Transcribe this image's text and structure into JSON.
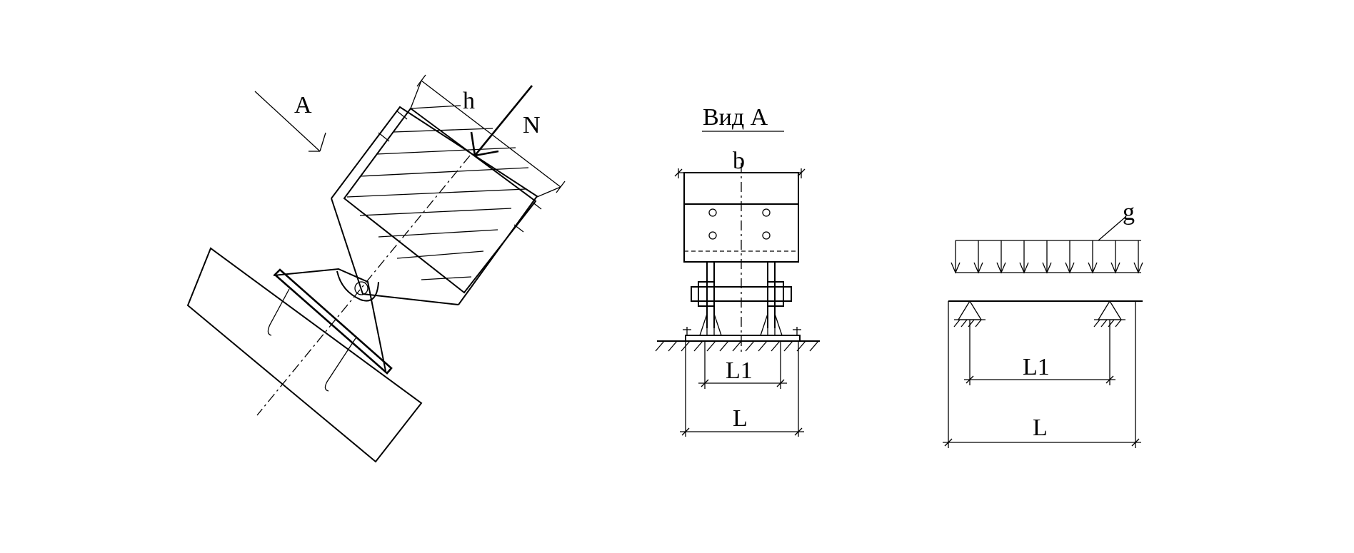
{
  "labels": {
    "view_arrow": "A",
    "dim_h": "h",
    "force_n": "N",
    "view_title": "Вид А",
    "dim_b": "b",
    "dim_l1_view": "L1",
    "dim_l_view": "L",
    "load_g": "g",
    "dim_l1_scheme": "L1",
    "dim_l_scheme": "L"
  }
}
